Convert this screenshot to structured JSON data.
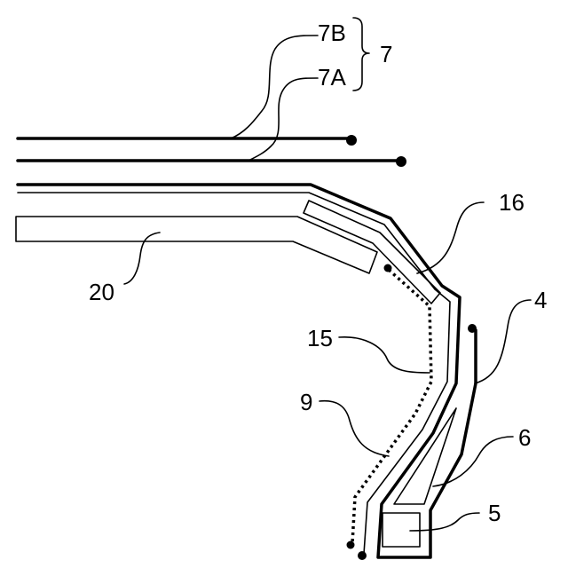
{
  "labels": {
    "l7B": "7B",
    "l7A": "7A",
    "l7": "7",
    "l16": "16",
    "l4": "4",
    "l20": "20",
    "l15": "15",
    "l9": "9",
    "l6": "6",
    "l5": "5"
  }
}
